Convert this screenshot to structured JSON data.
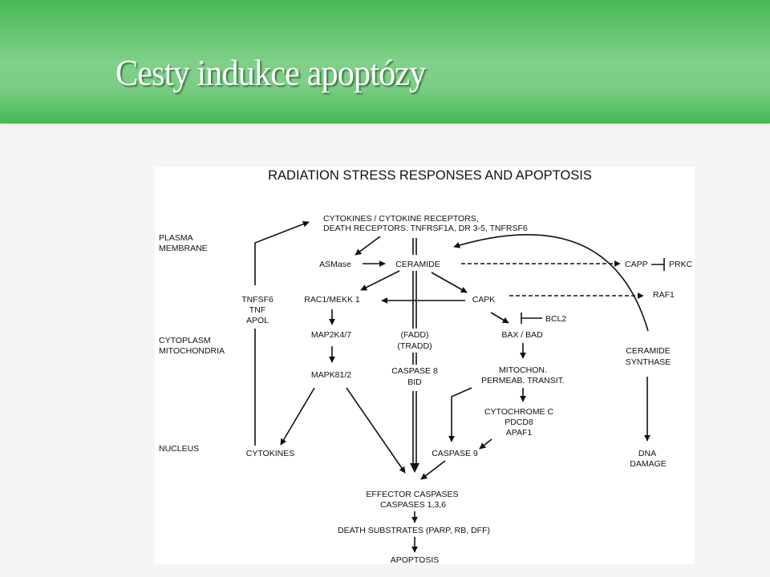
{
  "slide": {
    "title": "Cesty indukce apoptózy"
  },
  "diagram": {
    "title": "RADIATION STRESS RESPONSES AND APOPTOSIS",
    "compartments": {
      "plasma": [
        "PLASMA",
        "MEMBRANE"
      ],
      "cytoplasm": [
        "CYTOPLASM",
        "MITOCHONDRIA"
      ],
      "nucleus": "NUCLEUS"
    },
    "nodes": {
      "receptors": [
        "CYTOKINES / CYTOKINE RECEPTORS,",
        "DEATH RECEPTORS: TNFRSF1A, DR 3-5,  TNFRSF6"
      ],
      "asmase": "ASMase",
      "ceramide": "CERAMIDE",
      "capp": "CAPP",
      "prkc": "PRKC",
      "rac1": "RAC1/MEKK 1",
      "capk": "CAPK",
      "raf1": "RAF1",
      "ligands": [
        "TNFSF6",
        "TNF",
        "APOL"
      ],
      "bcl2": "BCL2",
      "baxbad": "BAX / BAD",
      "map2k": "MAP2K4/7",
      "fadd": [
        "(FADD)",
        "(TRADD)"
      ],
      "ceramide_synthase": [
        "CERAMIDE",
        "SYNTHASE"
      ],
      "mapk": "MAPK81/2",
      "caspase8": [
        "CASPASE 8",
        "BID"
      ],
      "mito": [
        "MITOCHON.",
        "PERMEAB. TRANSIT."
      ],
      "cytochrome": [
        "CYTOCHROME C",
        "PDCD8",
        "APAF1"
      ],
      "cytokines": "CYTOKINES",
      "caspase9": "CASPASE 9",
      "dna": [
        "DNA",
        "DAMAGE"
      ],
      "effector": [
        "EFFECTOR CASPASES",
        "CASPASES 1,3,6"
      ],
      "substrates": "DEATH SUBSTRATES (PARP, RB, DFF)",
      "apoptosis": "APOPTOSIS"
    }
  }
}
